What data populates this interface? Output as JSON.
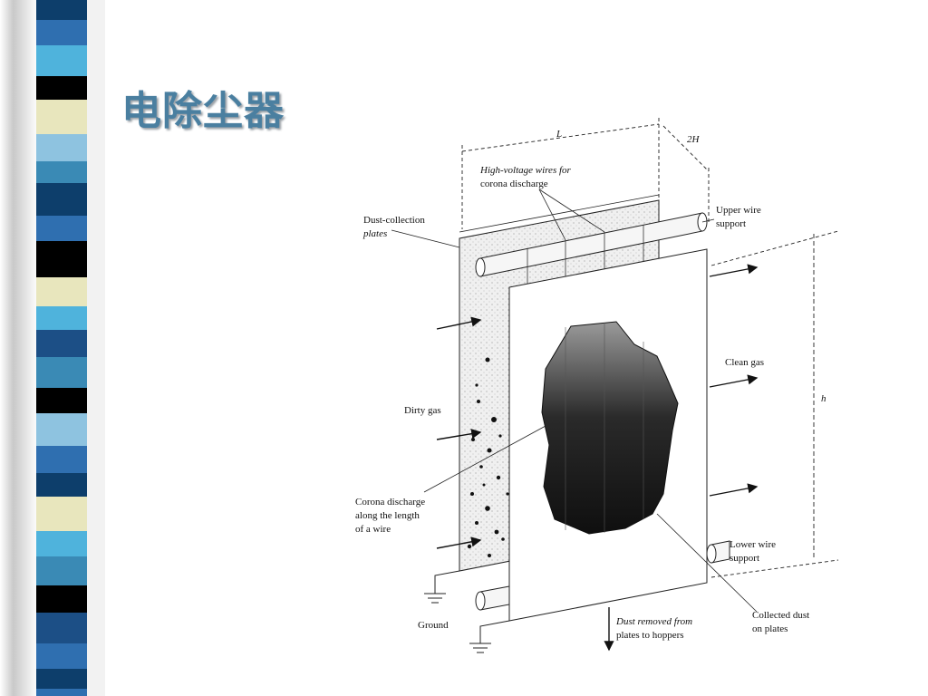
{
  "slide": {
    "title": "电除尘器"
  },
  "colors": {
    "title": "#4a7fa0",
    "bar_palette": [
      "#0d3e6b",
      "#2f6fb0",
      "#4fb3dc",
      "#000000",
      "#e8e6bd",
      "#8ec3e0",
      "#3a8ab5",
      "#1c4f86"
    ]
  },
  "diagram": {
    "labels": {
      "dim_L": "L",
      "dim_2H": "2H",
      "dim_h": "h",
      "hv_wires_1": "High-voltage wires for",
      "hv_wires_2": "corona discharge",
      "dust_plates_1": "Dust-collection",
      "dust_plates_2": "plates",
      "upper_support_1": "Upper wire",
      "upper_support_2": "support",
      "clean_gas": "Clean gas",
      "dirty_gas": "Dirty gas",
      "corona_1": "Corona discharge",
      "corona_2": "along the length",
      "corona_3": "of a wire",
      "lower_support_1": "Lower wire",
      "lower_support_2": "support",
      "ground": "Ground",
      "dust_removed_1": "Dust removed from",
      "dust_removed_2": "plates to hoppers",
      "collected_1": "Collected dust",
      "collected_2": "on plates"
    }
  }
}
